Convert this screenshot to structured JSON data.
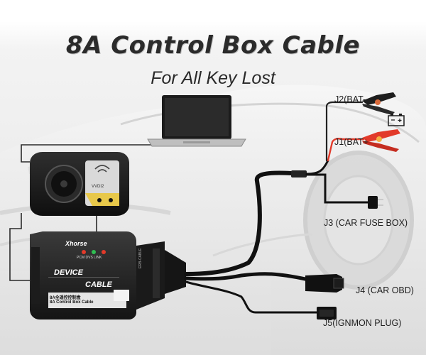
{
  "title": "8A Control Box Cable",
  "subtitle": "For All Key Lost",
  "connectors": {
    "j2": "J2(BAT-",
    "j1": "J1(BAT+",
    "j3": "J3 (CAR FUSE BOX)",
    "j4": "J4 (CAR OBD)",
    "j5": "J5(IGNMON PLUG)"
  },
  "control_box": {
    "brand": "Xhorse",
    "device_label": "DEVICE",
    "cable_label": "CABLE",
    "led_caption": "PCM  DVS  LINK",
    "model_cn": "8A全遥控控制盒",
    "model_en": "8A Control Box Cable",
    "side_text": "ERB-CABLE"
  },
  "device": {
    "name": "VVDI2"
  },
  "colors": {
    "red_clamp": "#e23a2a",
    "cable": "#111111",
    "wire": "#2d2d2d",
    "accent_yellow": "#e8c84a"
  },
  "icons": [
    "battery-icon",
    "laptop-icon",
    "clamp-icon"
  ]
}
